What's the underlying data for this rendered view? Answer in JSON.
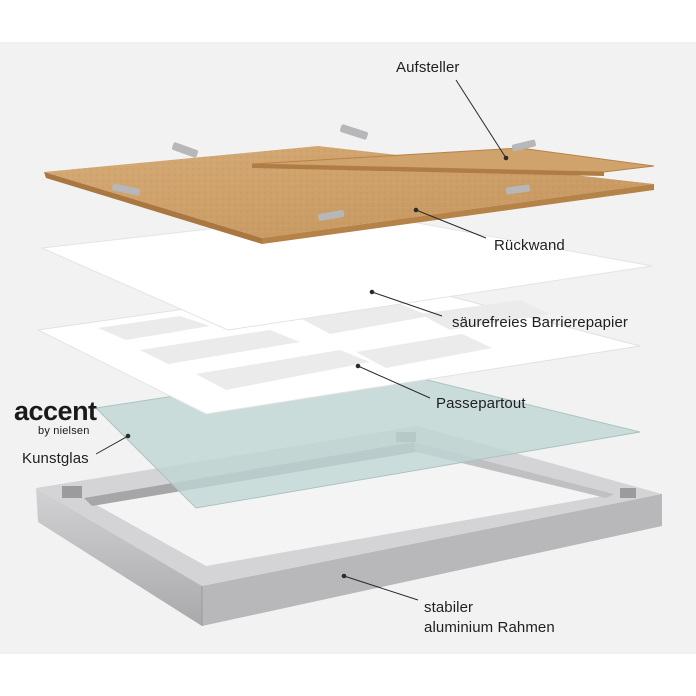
{
  "brand": {
    "name": "accent",
    "byline": "by nielsen"
  },
  "labels": {
    "aufsteller": "Aufsteller",
    "rueckwand": "Rückwand",
    "barrierepapier": "säurefreies Barrierepapier",
    "passepartout": "Passepartout",
    "kunstglas": "Kunstglas",
    "rahmen_line1": "stabiler",
    "rahmen_line2": "aluminium Rahmen"
  },
  "colors": {
    "background": "#f2f2f2",
    "backboard": "#cda06a",
    "frame": "#b9b9bb",
    "glass": "#c3d8d6",
    "paper": "#ffffff",
    "text": "#1f1f1f"
  }
}
